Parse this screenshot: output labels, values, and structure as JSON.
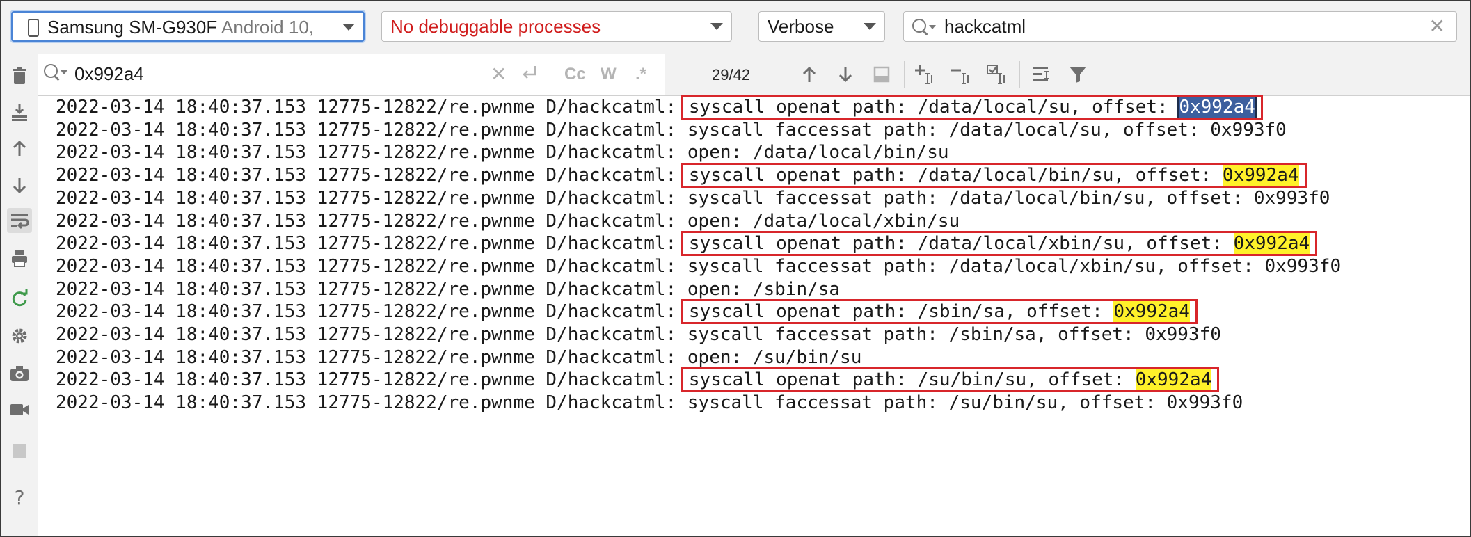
{
  "toolbar": {
    "device": {
      "name": "Samsung SM-G930F",
      "detail": "Android 10,"
    },
    "process": "No debuggable processes",
    "log_level": "Verbose",
    "filter_query": "hackcatml"
  },
  "find": {
    "query": "0x992a4",
    "match_case_label": "Cc",
    "words_label": "W",
    "regex_label": ".*",
    "match_count": "29/42"
  },
  "log_rows": [
    {
      "prefix": "2022-03-14 18:40:37.153 12775-12822/re.pwnme D/hackcatml:",
      "msg": "syscall openat path: /data/local/su, offset: ",
      "offset": "0x992a4",
      "boxed": true,
      "match": "current"
    },
    {
      "prefix": "2022-03-14 18:40:37.153 12775-12822/re.pwnme D/hackcatml:",
      "msg": "syscall faccessat path: /data/local/su, offset: 0x993f0",
      "offset": "",
      "boxed": false,
      "match": "none"
    },
    {
      "prefix": "2022-03-14 18:40:37.153 12775-12822/re.pwnme D/hackcatml:",
      "msg": "open: /data/local/bin/su",
      "offset": "",
      "boxed": false,
      "match": "none"
    },
    {
      "prefix": "2022-03-14 18:40:37.153 12775-12822/re.pwnme D/hackcatml:",
      "msg": "syscall openat path: /data/local/bin/su, offset: ",
      "offset": "0x992a4",
      "boxed": true,
      "match": "other"
    },
    {
      "prefix": "2022-03-14 18:40:37.153 12775-12822/re.pwnme D/hackcatml:",
      "msg": "syscall faccessat path: /data/local/bin/su, offset: 0x993f0",
      "offset": "",
      "boxed": false,
      "match": "none"
    },
    {
      "prefix": "2022-03-14 18:40:37.153 12775-12822/re.pwnme D/hackcatml:",
      "msg": "open: /data/local/xbin/su",
      "offset": "",
      "boxed": false,
      "match": "none"
    },
    {
      "prefix": "2022-03-14 18:40:37.153 12775-12822/re.pwnme D/hackcatml:",
      "msg": "syscall openat path: /data/local/xbin/su, offset: ",
      "offset": "0x992a4",
      "boxed": true,
      "match": "other"
    },
    {
      "prefix": "2022-03-14 18:40:37.153 12775-12822/re.pwnme D/hackcatml:",
      "msg": "syscall faccessat path: /data/local/xbin/su, offset: 0x993f0",
      "offset": "",
      "boxed": false,
      "match": "none"
    },
    {
      "prefix": "2022-03-14 18:40:37.153 12775-12822/re.pwnme D/hackcatml:",
      "msg": "open: /sbin/sa",
      "offset": "",
      "boxed": false,
      "match": "none"
    },
    {
      "prefix": "2022-03-14 18:40:37.153 12775-12822/re.pwnme D/hackcatml:",
      "msg": "syscall openat path: /sbin/sa, offset: ",
      "offset": "0x992a4",
      "boxed": true,
      "match": "other"
    },
    {
      "prefix": "2022-03-14 18:40:37.153 12775-12822/re.pwnme D/hackcatml:",
      "msg": "syscall faccessat path: /sbin/sa, offset: 0x993f0",
      "offset": "",
      "boxed": false,
      "match": "none"
    },
    {
      "prefix": "2022-03-14 18:40:37.153 12775-12822/re.pwnme D/hackcatml:",
      "msg": "open: /su/bin/su",
      "offset": "",
      "boxed": false,
      "match": "none"
    },
    {
      "prefix": "2022-03-14 18:40:37.153 12775-12822/re.pwnme D/hackcatml:",
      "msg": "syscall openat path: /su/bin/su, offset: ",
      "offset": "0x992a4",
      "boxed": true,
      "match": "other"
    },
    {
      "prefix": "2022-03-14 18:40:37.153 12775-12822/re.pwnme D/hackcatml:",
      "msg": "syscall faccessat path: /su/bin/su, offset: 0x993f0",
      "offset": "",
      "boxed": false,
      "match": "none"
    }
  ],
  "icons": {
    "left_tools": [
      "trash-icon",
      "scroll-to-end-icon",
      "up-arrow-icon",
      "down-arrow-icon",
      "soft-wrap-icon",
      "print-icon",
      "restart-icon",
      "settings-icon",
      "screenshot-icon",
      "screen-record-icon",
      "stop-icon",
      "help-icon"
    ],
    "find_tools": [
      "previous-occurrence-icon",
      "next-occurrence-icon",
      "select-all-occurrences-icon",
      "add-selection-icon",
      "remove-selection-icon",
      "select-all-check-icon",
      "filter-options-icon",
      "filter-icon"
    ]
  },
  "colors": {
    "error_red": "#d01c1c",
    "match_yellow": "#fff12a",
    "current_match_blue": "#3d5f9e",
    "annotation_red": "#d8262b",
    "focus_blue": "#4a84d6"
  }
}
